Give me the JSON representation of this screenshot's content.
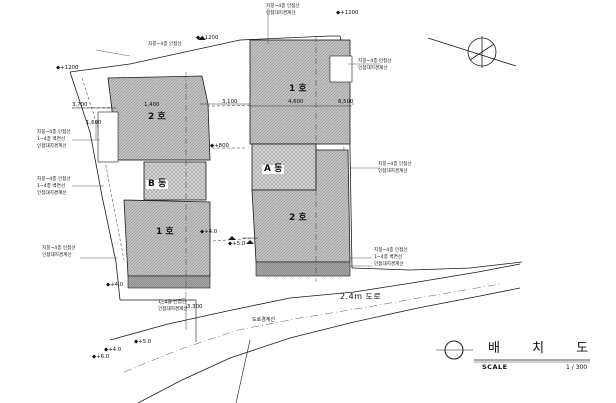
{
  "units": {
    "east_upper": "1 호",
    "east_lower": "2 호",
    "stair_east": "A 동",
    "west_upper": "2 호",
    "west_middle": "B 동",
    "west_lower": "1 호"
  },
  "road": {
    "name": "2.4m 도로",
    "setback": "도로경계선"
  },
  "title": {
    "text": "배 치 도",
    "scale_label": "SCALE",
    "scale_value": "1 / 300"
  },
  "dimensions": {
    "d1": "3,700",
    "d2": "3,100",
    "d3": "4,600",
    "d4": "1,400",
    "d5": "3,300",
    "d6": "1,600",
    "d7": "8,500"
  },
  "elevations": {
    "e1": "◆+1200",
    "e2": "◆+1200",
    "e3": "◆+1200",
    "e4": "◆+800",
    "e5": "◆+5.0",
    "e6": "◆+4.0",
    "e7": "◆+5.0",
    "e8": "◆+4.0",
    "e9": "◆+6.0",
    "e10": "◆+4.0"
  },
  "notes": {
    "n_top": "지붕~4층 인접선",
    "n_top2": "인접대지경계선",
    "n_wl1": "지붕~4층 인접선",
    "n_wl2": "1~4층 벽면선",
    "n_wl3": "인접대지경계선",
    "n_wl4": "지붕~4층 인접선",
    "n_wl5": "1~4층 벽면선",
    "n_wl6": "인접대지경계선",
    "n_wl7": "지붕~4층 인접선",
    "n_wl8": "인접대지경계선",
    "n_wb1": "1~4층 인접선",
    "n_wb2": "인접대지경계선",
    "n_er1": "지붕~4층 인접선",
    "n_er2": "인접대지경계선",
    "n_er3": "지붕~4층 인접선",
    "n_er4": "인접대지경계선",
    "n_er5": "지붕~4층 인접선",
    "n_er6": "1~4층 벽면선",
    "n_er7": "인접대지경계선",
    "n_wt": "지붕~4층 인접선"
  },
  "colors": {
    "line": "#1a1a1a",
    "hatch": "#8d8d8d",
    "fill": "#bdbdbd"
  },
  "icons": {
    "north": "north-arrow-icon",
    "title_circle": "title-circle-icon"
  }
}
